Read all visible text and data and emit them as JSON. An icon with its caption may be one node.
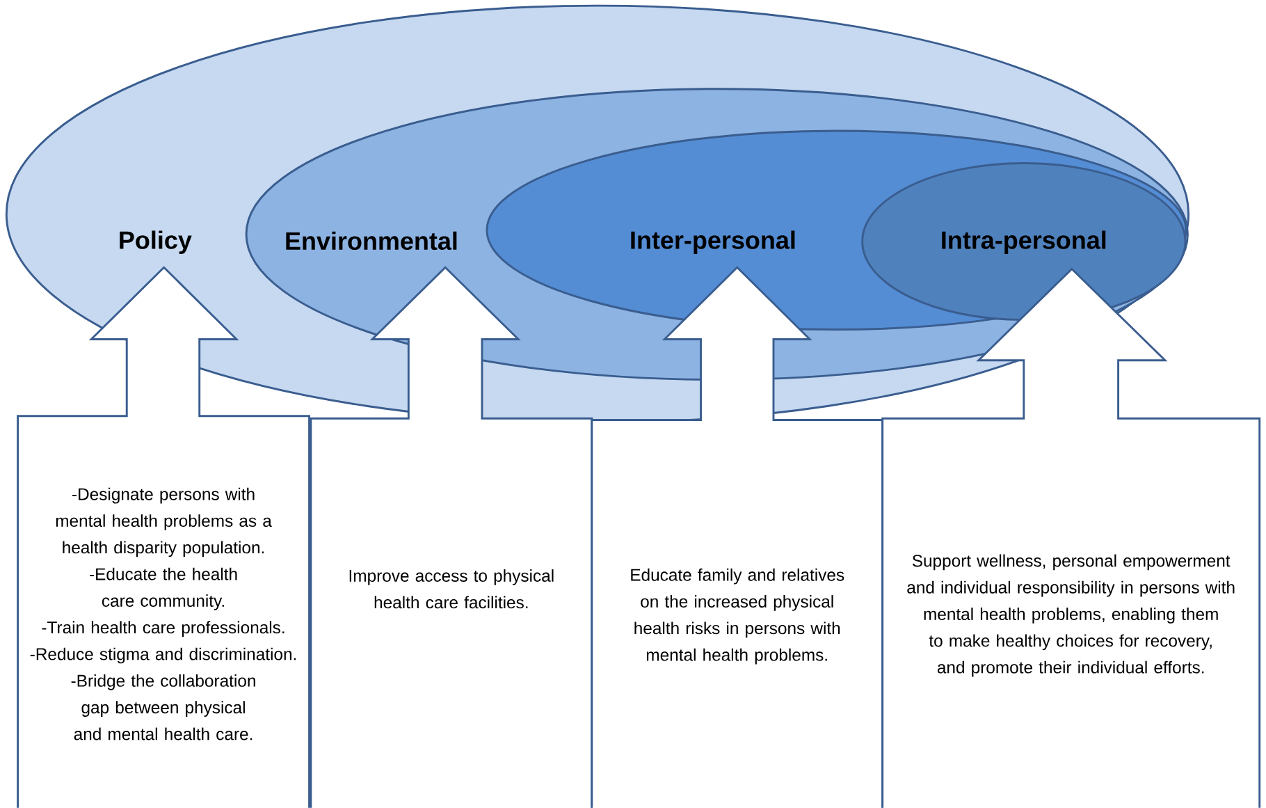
{
  "diagram": {
    "nodes": [
      {
        "text": [
          "Policy"
        ]
      },
      {
        "text": [
          "Environmental"
        ],
        "in": 0
      },
      {
        "text": [
          "Inter-personal"
        ],
        "in": 1
      },
      {
        "text": [
          "Intra-personal"
        ],
        "in": 2
      },
      {
        "text": [
          "-Designate persons with mental health problems as a health disparity population.",
          "-Educate the health care community.",
          "-Train health care professionals.",
          "-Reduce stigma and discrimination.",
          "-Bridge the collaboration gap between physical and mental health care."
        ]
      },
      {
        "text": [
          "Improve access to physical health care facilities."
        ]
      },
      {
        "text": [
          "Educate family and relatives on the increased physical health risks in persons with mental health problems."
        ]
      },
      {
        "text": [
          "Support wellness, personal empowerment and individual responsibility in persons with mental health problems, enabling them to make healthy choices for recovery, and promote their individual efforts."
        ]
      }
    ]
  }
}
